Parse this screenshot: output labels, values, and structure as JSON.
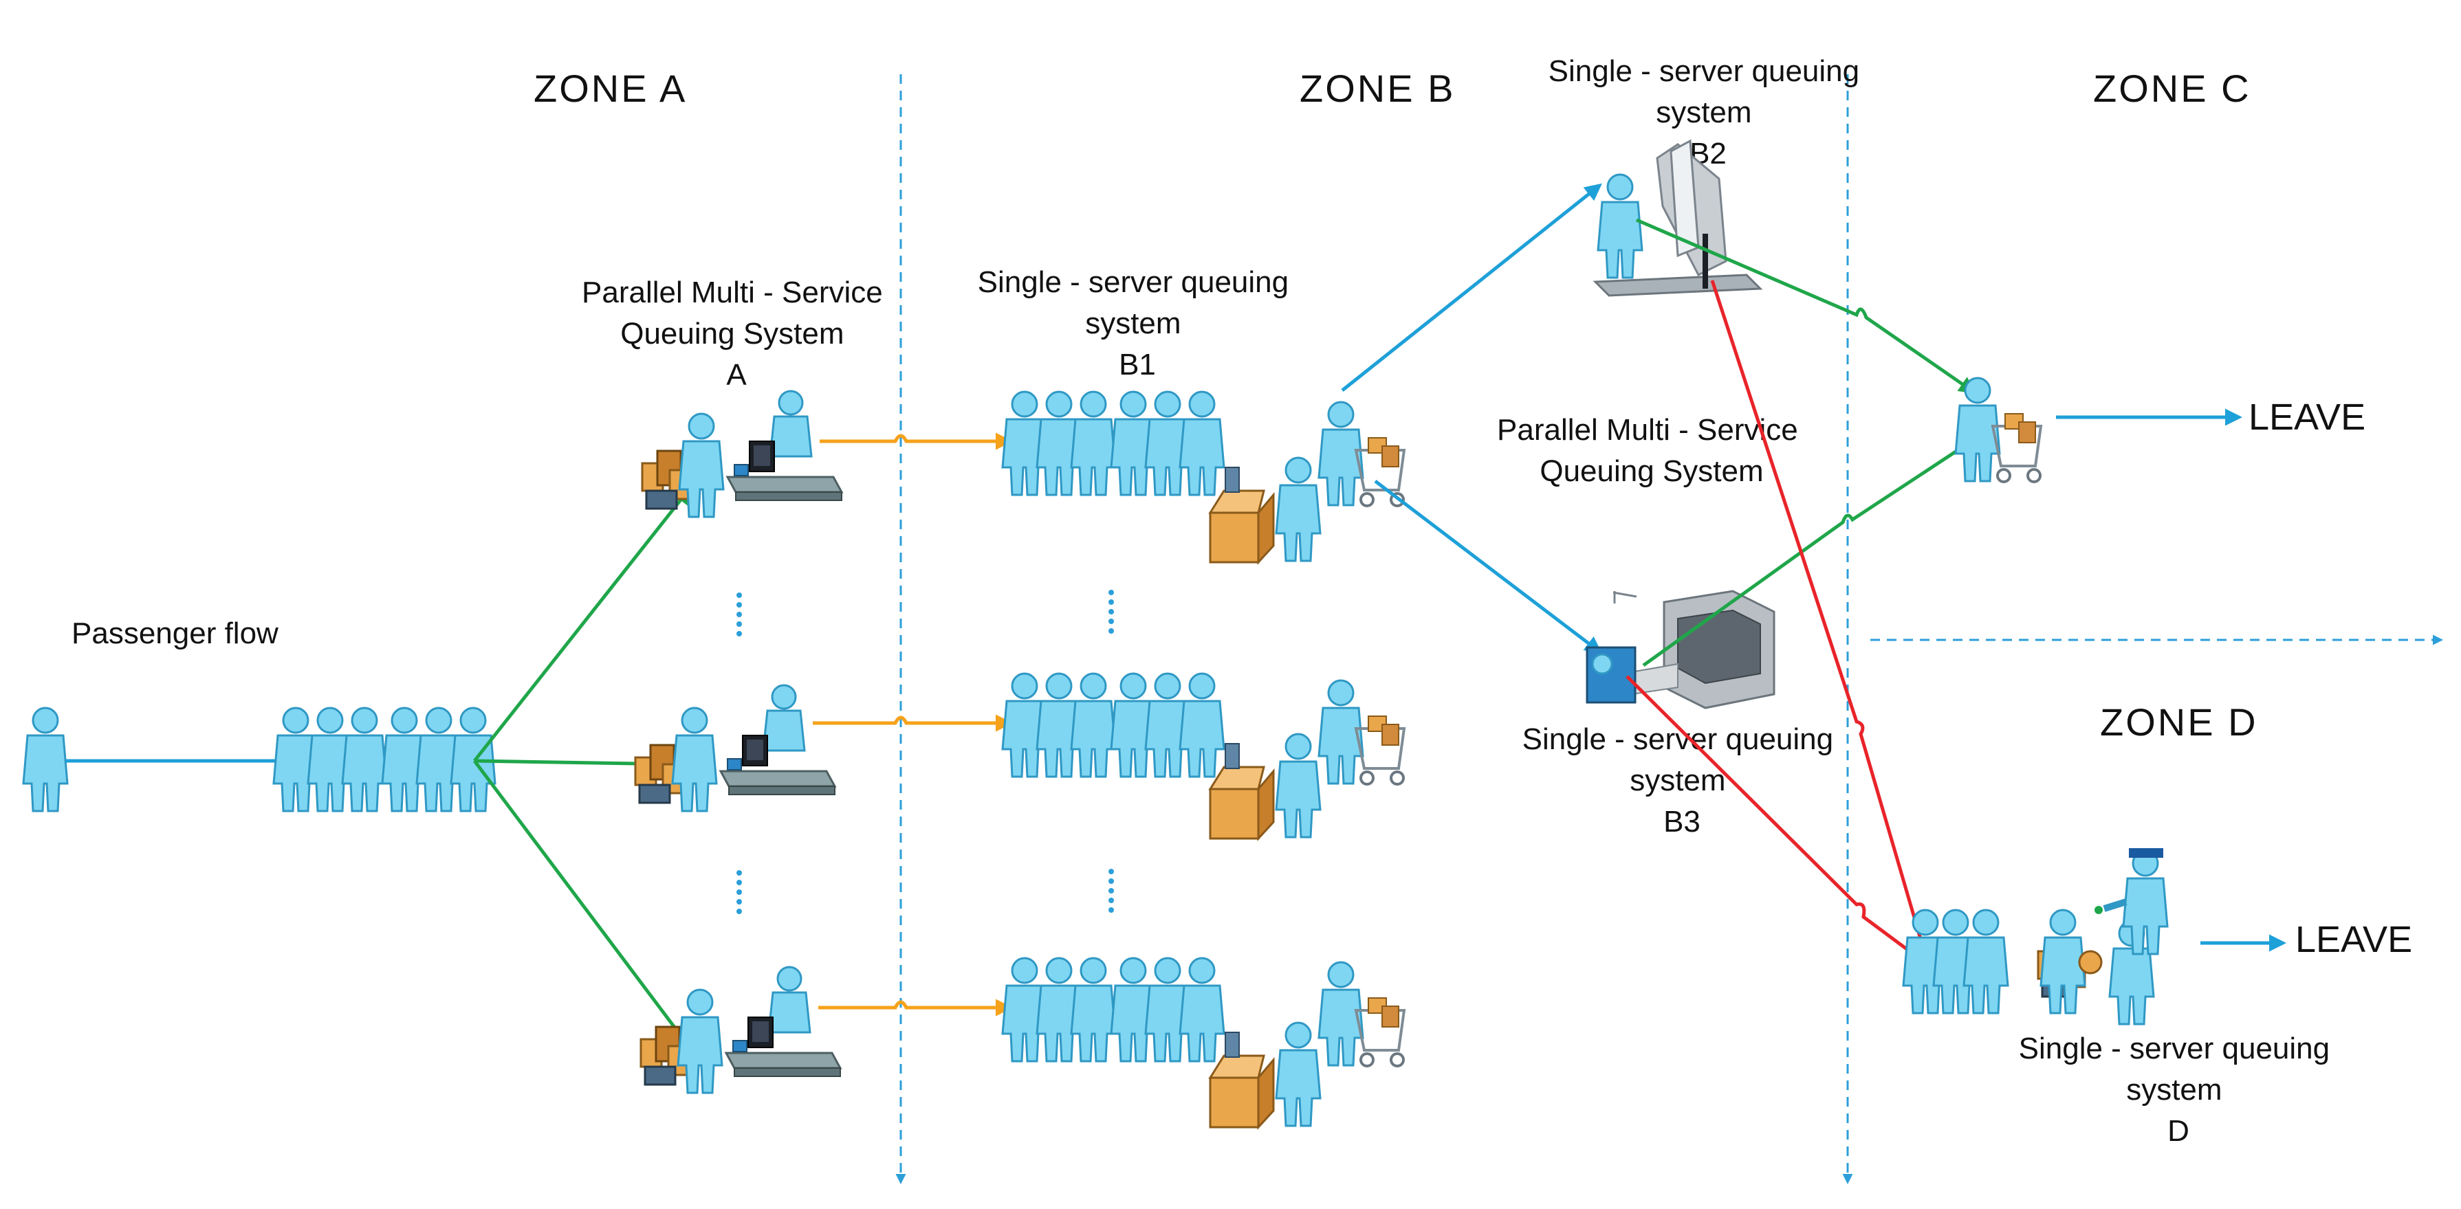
{
  "zones": {
    "a": "ZONE  A",
    "b": "ZONE  B",
    "c": "ZONE  C",
    "d": "ZONE  D"
  },
  "labels": {
    "passenger_flow": "Passenger flow",
    "system_a": [
      "Parallel Multi - Service",
      "Queuing System",
      "A"
    ],
    "system_b1": [
      "Single - server queuing",
      "system",
      "B1"
    ],
    "system_b2": [
      "Single - server queuing",
      "system",
      "B2"
    ],
    "system_b_parallel": [
      "Parallel Multi - Service",
      "Queuing System"
    ],
    "system_b3": [
      "Single - server queuing",
      "system",
      "B3"
    ],
    "system_d": [
      "Single - server queuing",
      "system",
      "D"
    ],
    "leave_c": "LEAVE",
    "leave_d": "LEAVE"
  },
  "colors": {
    "person_fill": "#7fd6f2",
    "person_dark": "#3aa6cf",
    "arrow_blue": "#1ea0d8",
    "arrow_green": "#1fa64a",
    "arrow_orange": "#f6a21a",
    "arrow_red": "#e8242a",
    "divider": "#2c9fd9",
    "box_orange": "#e9a64b"
  },
  "icons": [
    "person-icon",
    "desk-computer-icon",
    "luggage-icon",
    "shopping-cart-icon",
    "parcel-box-icon",
    "security-scanner-icon",
    "xray-machine-icon",
    "police-officer-icon"
  ]
}
